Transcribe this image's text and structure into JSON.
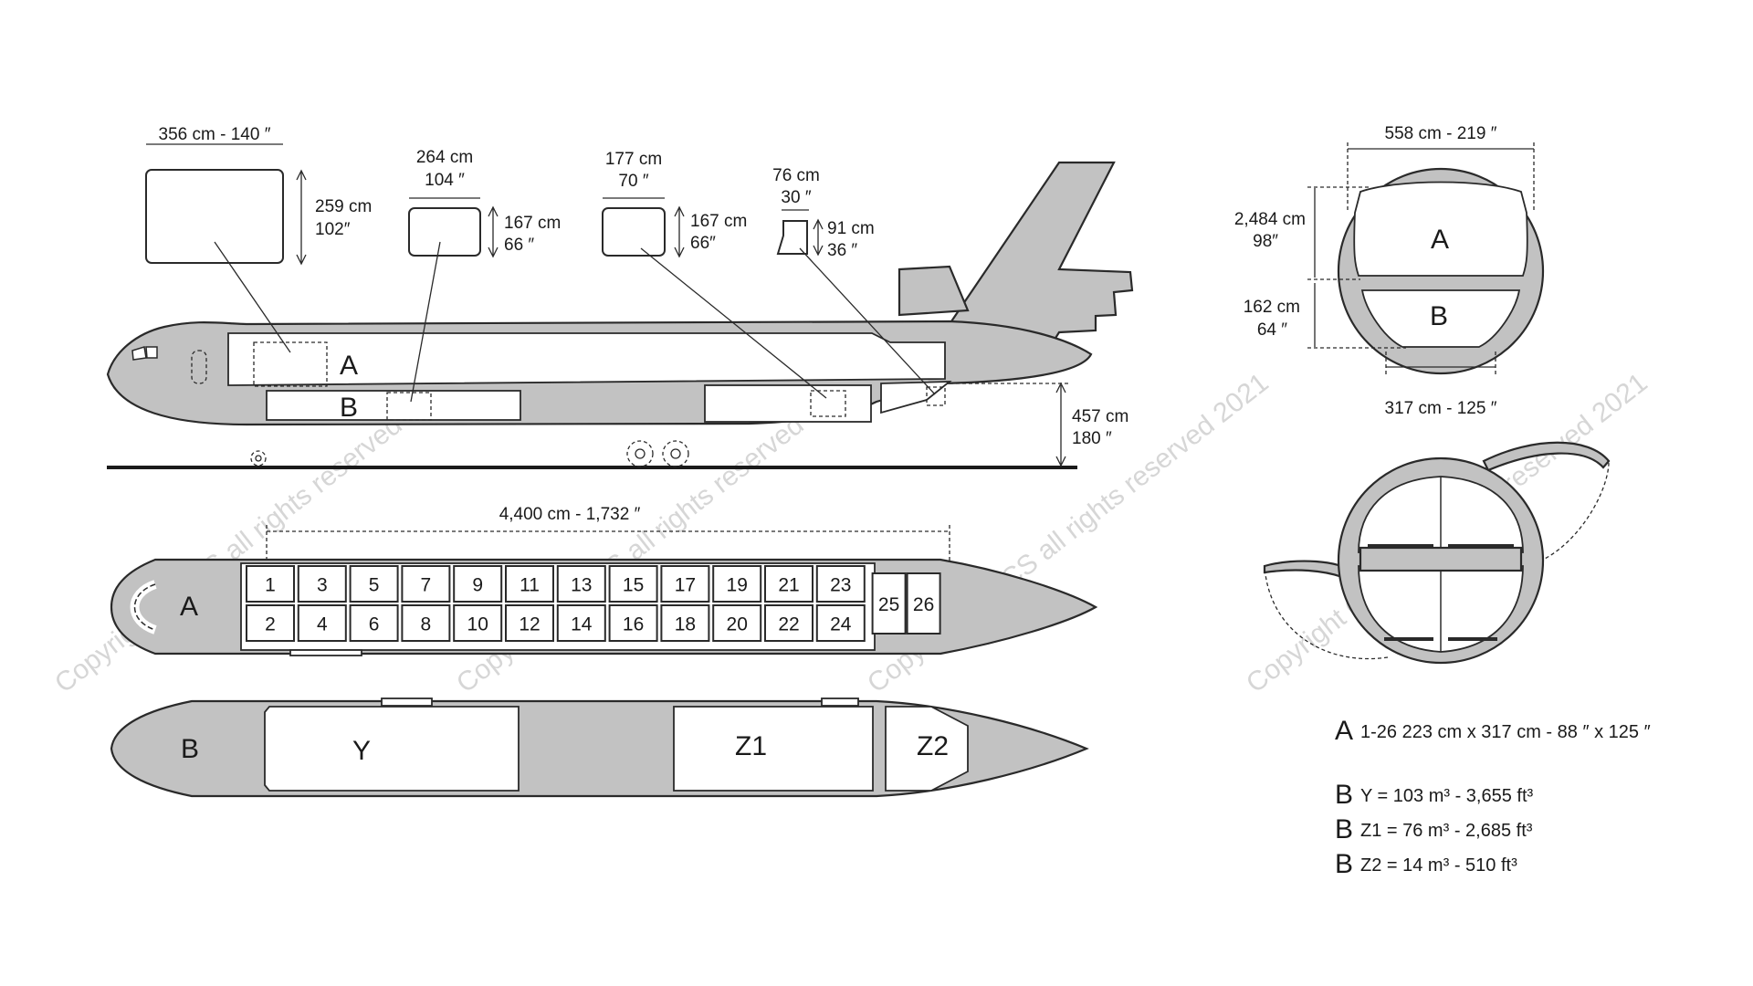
{
  "containers": [
    {
      "width": "356 cm - 140 ″",
      "height_cm": "259 cm",
      "height_in": "102″"
    },
    {
      "width_cm": "264 cm",
      "width_in": "104 ″",
      "height_cm": "167 cm",
      "height_in": "66 ″"
    },
    {
      "width_cm": "177 cm",
      "width_in": "70 ″",
      "height_cm": "167 cm",
      "height_in": "66″"
    },
    {
      "width_cm": "76 cm",
      "width_in": "30 ″",
      "height_cm": "91 cm",
      "height_in": "36 ″"
    }
  ],
  "side_view": {
    "deck_a": "A",
    "deck_b": "B",
    "ground_height_cm": "457 cm",
    "ground_height_in": "180 ″"
  },
  "main_deck": {
    "length": "4,400 cm - 1,732 ″",
    "label": "A",
    "positions_top": [
      "1",
      "3",
      "5",
      "7",
      "9",
      "11",
      "13",
      "15",
      "17",
      "19",
      "21",
      "23"
    ],
    "positions_bottom": [
      "2",
      "4",
      "6",
      "8",
      "10",
      "12",
      "14",
      "16",
      "18",
      "20",
      "22",
      "24"
    ],
    "positions_tail": [
      "25",
      "26"
    ]
  },
  "lower_deck": {
    "label": "B",
    "holds": [
      "Y",
      "Z1",
      "Z2"
    ]
  },
  "cross_section": {
    "width_top": "558 cm - 219 ″",
    "height_a_cm": "2,484 cm",
    "height_a_in": "98″",
    "height_b_cm": "162 cm",
    "height_b_in": "64 ″",
    "width_bottom": "317 cm - 125 ″",
    "label_a": "A",
    "label_b": "B"
  },
  "specs": {
    "a_letter": "A",
    "a_text": "1-26  223 cm x 317 cm - 88 ″ x 125 ″",
    "b_rows": [
      {
        "letter": "B",
        "text": "Y =  103 m³ - 3,655 ft³"
      },
      {
        "letter": "B",
        "text": "Z1 =  76 m³ - 2,685 ft³"
      },
      {
        "letter": "B",
        "text": "Z2 =  14 m³ - 510 ft³"
      }
    ]
  },
  "watermark": "Copyright © ACS all rights reserved 2021",
  "colors": {
    "fuselage": "#c2c2c2",
    "outline": "#2a2a2a",
    "background": "#ffffff"
  }
}
